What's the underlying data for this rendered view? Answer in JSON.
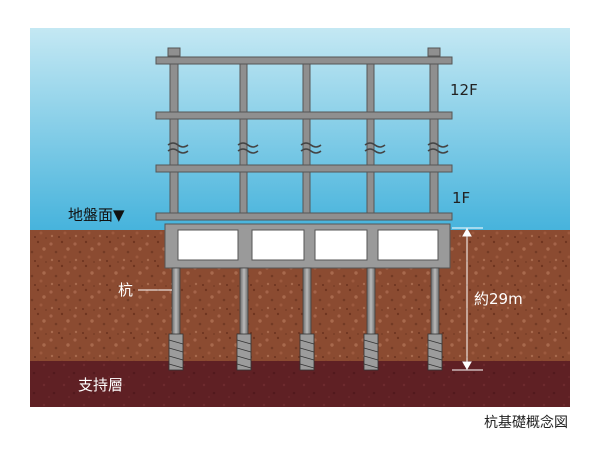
{
  "labels": {
    "floor_top": "12F",
    "floor_first": "1F",
    "ground_surface": "地盤面▼",
    "pile": "杭",
    "depth": "約29m",
    "bearing_layer": "支持層"
  },
  "caption": "杭基礎概念図",
  "colors": {
    "sky_top": "#bfe6f2",
    "sky_bottom": "#4bb6de",
    "soil": "#8a4a30",
    "bearing_layer": "#5e1f22",
    "building_frame": "#8e8e8e"
  }
}
